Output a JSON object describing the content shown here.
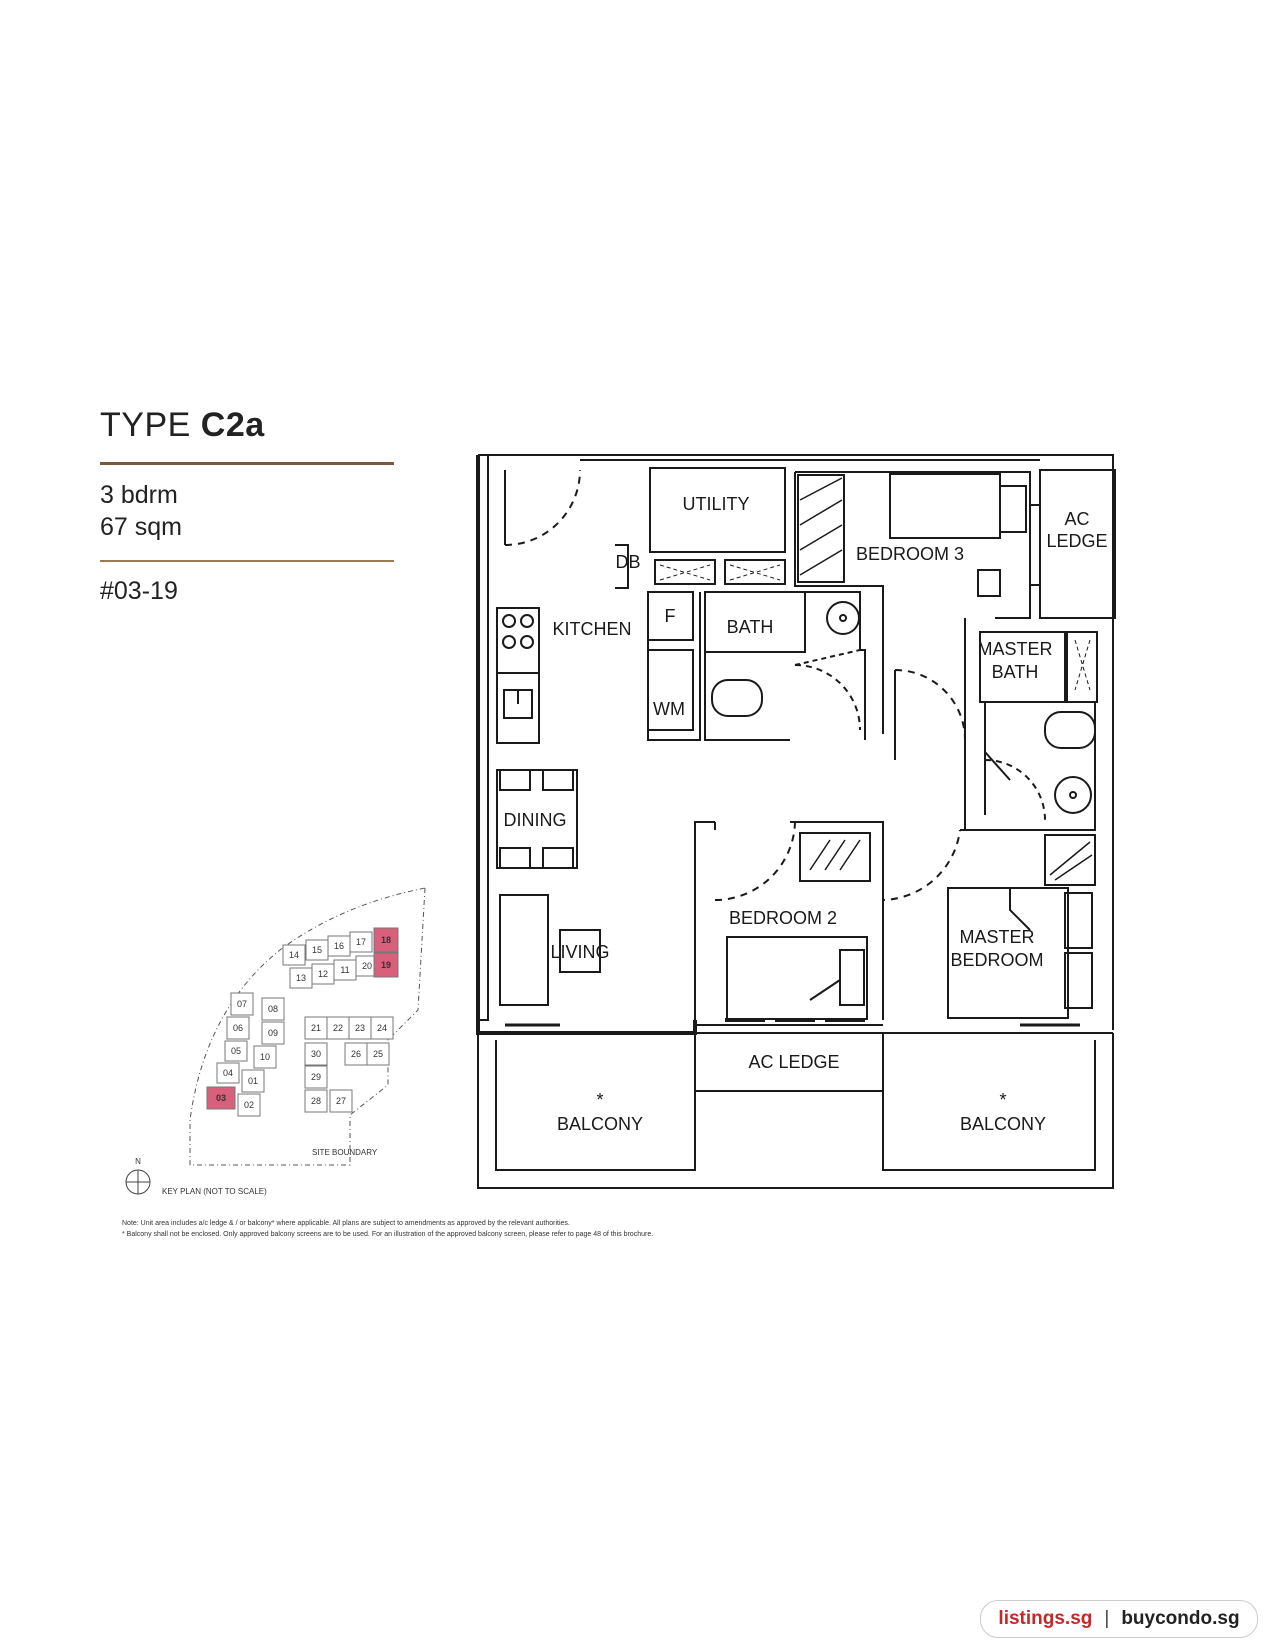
{
  "unit": {
    "type_prefix": "TYPE",
    "type_code": "C2a",
    "bedrooms": "3 bdrm",
    "area": "67 sqm",
    "unit_number": "#03-19"
  },
  "rooms": {
    "utility": "UTILITY",
    "bedroom3": "BEDROOM 3",
    "ac_ledge_top_1": "AC",
    "ac_ledge_top_2": "LEDGE",
    "db": "DB",
    "kitchen": "KITCHEN",
    "fridge": "F",
    "bath": "BATH",
    "master_bath_1": "MASTER",
    "master_bath_2": "BATH",
    "wm": "WM",
    "dining": "DINING",
    "bedroom2": "BEDROOM 2",
    "master_bedroom_1": "MASTER",
    "master_bedroom_2": "BEDROOM",
    "living": "LIVING",
    "ac_ledge_bottom": "AC LEDGE",
    "balcony_left_star": "*",
    "balcony_left": "BALCONY",
    "balcony_right_star": "*",
    "balcony_right": "BALCONY"
  },
  "key_plan": {
    "units": [
      "14",
      "15",
      "16",
      "17",
      "18",
      "13",
      "12",
      "11",
      "20",
      "19",
      "07",
      "08",
      "06",
      "09",
      "05",
      "10",
      "04",
      "01",
      "03",
      "02",
      "21",
      "22",
      "23",
      "24",
      "30",
      "26",
      "25",
      "29",
      "28",
      "27"
    ],
    "highlighted": [
      "18",
      "19",
      "03"
    ],
    "highlight_color": "#d9607a",
    "north": "N",
    "caption": "KEY PLAN (NOT TO SCALE)",
    "site_boundary": "SITE BOUNDARY"
  },
  "notes": {
    "line1": "Note: Unit area includes a/c ledge & / or balcony* where applicable. All plans are subject to amendments as approved by the relevant authorities.",
    "line2": "* Balcony shall not be enclosed. Only approved balcony screens are to be used. For an illustration of the approved balcony screen, please refer to page 48 of this brochure."
  },
  "footer": {
    "site1": "listings.sg",
    "separator": "|",
    "site2": "buycondo.sg"
  },
  "colors": {
    "accent_rule": "#7a5a3c",
    "wall": "#1a1a1a",
    "brand_red": "#c62828"
  }
}
